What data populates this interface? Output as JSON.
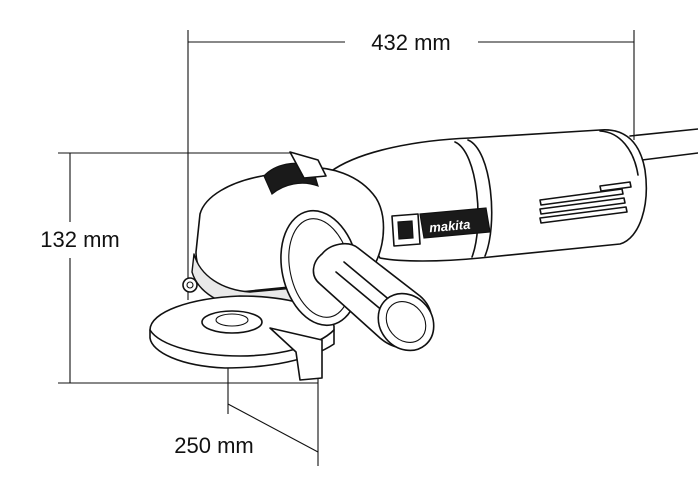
{
  "dimensions": {
    "length": "432 mm",
    "height": "132 mm",
    "guard_depth": "250 mm"
  },
  "brand": {
    "logo_text": "makita"
  },
  "icons": [
    "angle-grinder-drawing"
  ]
}
